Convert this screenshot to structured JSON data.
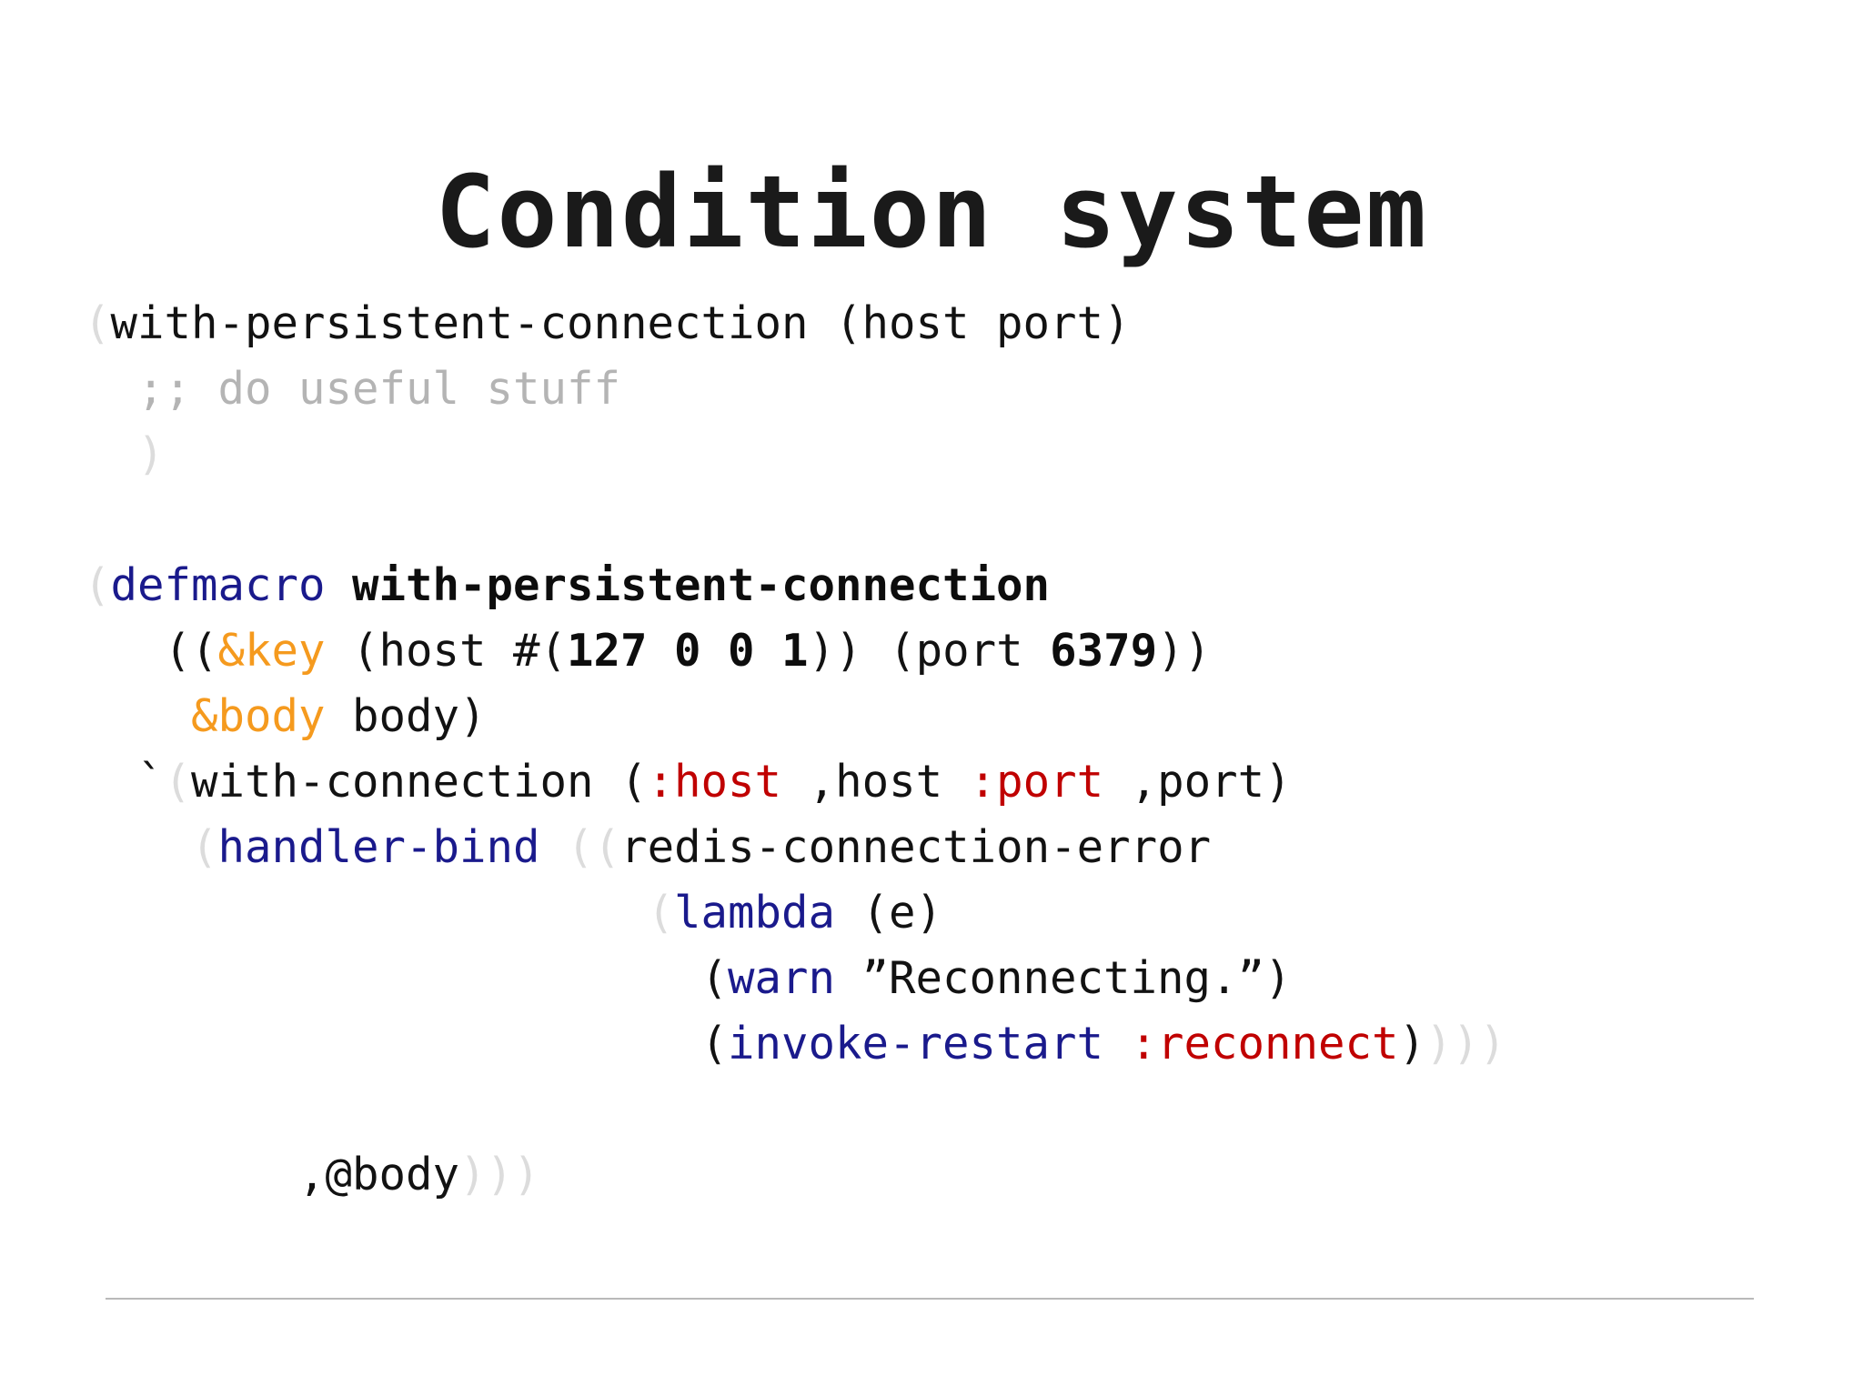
{
  "slide": {
    "title": "Condition system",
    "background_color": "#ffffff",
    "divider_color": "#b9b9b9"
  },
  "palette": {
    "text": "#121212",
    "comment": "#b4b4b4",
    "paren_dim": "#dcdcdc",
    "keyword_blue": "#1a1a8c",
    "lambda_list_orange": "#f59a1e",
    "symbol_red": "#c00000",
    "macro_name": "#0d0d0d"
  },
  "code": {
    "language": "common-lisp",
    "lines": [
      {
        "id": "usage-open",
        "tokens": [
          {
            "text": "(",
            "type": "paren1"
          },
          {
            "text": "with-persistent-connection (host port)",
            "type": "default"
          }
        ]
      },
      {
        "id": "usage-comment",
        "tokens": [
          {
            "text": "  ;; do useful stuff",
            "type": "comment"
          }
        ]
      },
      {
        "id": "usage-close",
        "tokens": [
          {
            "text": "  )",
            "type": "paren1"
          }
        ]
      },
      {
        "id": "blank-1",
        "tokens": []
      },
      {
        "id": "defmacro-head",
        "tokens": [
          {
            "text": "(",
            "type": "paren1"
          },
          {
            "text": "defmacro",
            "type": "keyword"
          },
          {
            "text": " ",
            "type": "default"
          },
          {
            "text": "with-persistent-connection",
            "type": "name"
          }
        ]
      },
      {
        "id": "lambda-list-key",
        "tokens": [
          {
            "text": "   ((",
            "type": "default"
          },
          {
            "text": "&key",
            "type": "lambdakw"
          },
          {
            "text": " (host #(",
            "type": "default"
          },
          {
            "text": "127 0 0 1",
            "type": "number"
          },
          {
            "text": ")) (port ",
            "type": "default"
          },
          {
            "text": "6379",
            "type": "number"
          },
          {
            "text": "))",
            "type": "default"
          }
        ]
      },
      {
        "id": "lambda-list-body",
        "tokens": [
          {
            "text": "    ",
            "type": "default"
          },
          {
            "text": "&body",
            "type": "lambdakw"
          },
          {
            "text": " body)",
            "type": "default"
          }
        ]
      },
      {
        "id": "backquote-with-connection",
        "tokens": [
          {
            "text": "  `",
            "type": "default"
          },
          {
            "text": "(",
            "type": "paren1"
          },
          {
            "text": "with-connection (",
            "type": "default"
          },
          {
            "text": ":host",
            "type": "symbol"
          },
          {
            "text": " ,host ",
            "type": "default"
          },
          {
            "text": ":port",
            "type": "symbol"
          },
          {
            "text": " ,port)",
            "type": "default"
          }
        ]
      },
      {
        "id": "handler-bind",
        "tokens": [
          {
            "text": "    ",
            "type": "default"
          },
          {
            "text": "(",
            "type": "paren1"
          },
          {
            "text": "handler-bind",
            "type": "keyword"
          },
          {
            "text": " ",
            "type": "default"
          },
          {
            "text": "((",
            "type": "paren1"
          },
          {
            "text": "redis-connection-error",
            "type": "default"
          }
        ]
      },
      {
        "id": "lambda-head",
        "tokens": [
          {
            "text": "                     ",
            "type": "default"
          },
          {
            "text": "(",
            "type": "paren1"
          },
          {
            "text": "lambda",
            "type": "keyword"
          },
          {
            "text": " (e)",
            "type": "default"
          }
        ]
      },
      {
        "id": "warn-call",
        "tokens": [
          {
            "text": "                       (",
            "type": "default"
          },
          {
            "text": "warn",
            "type": "keyword"
          },
          {
            "text": " ",
            "type": "default"
          },
          {
            "text": "”Reconnecting.”",
            "type": "string"
          },
          {
            "text": ")",
            "type": "default"
          }
        ]
      },
      {
        "id": "invoke-restart-call",
        "tokens": [
          {
            "text": "                       (",
            "type": "default"
          },
          {
            "text": "invoke-restart",
            "type": "keyword"
          },
          {
            "text": " ",
            "type": "default"
          },
          {
            "text": ":reconnect",
            "type": "symbol"
          },
          {
            "text": ")",
            "type": "paren2"
          },
          {
            "text": ")))",
            "type": "paren1"
          }
        ]
      },
      {
        "id": "blank-2",
        "tokens": []
      },
      {
        "id": "splice-body",
        "tokens": [
          {
            "text": "        ,@body",
            "type": "default"
          },
          {
            "text": ")))",
            "type": "paren1"
          }
        ]
      }
    ]
  }
}
